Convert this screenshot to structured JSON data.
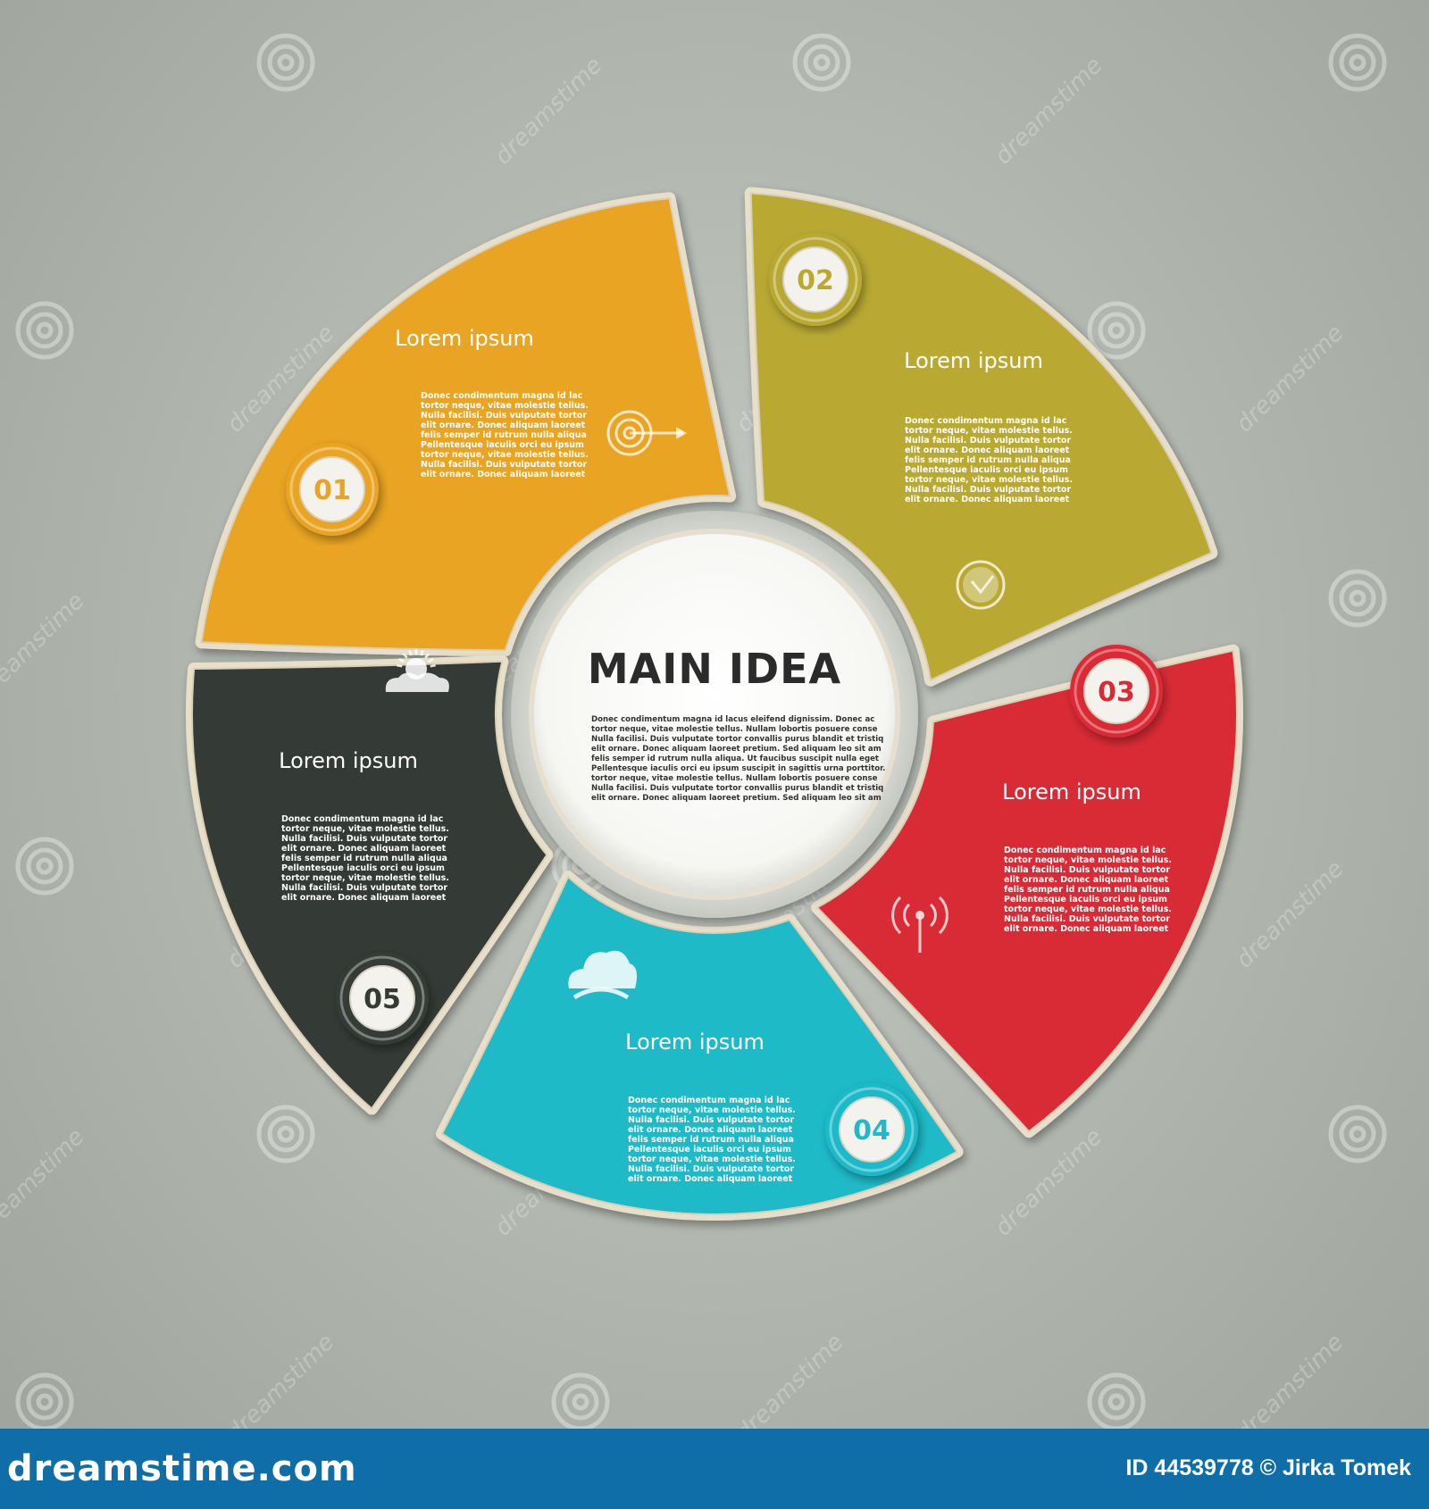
{
  "center": {
    "title": "MAIN IDEA",
    "body": [
      "Donec condimentum magna id lacus eleifend dignissim. Donec ac",
      "tortor neque, vitae molestie tellus. Nullam lobortis posuere  conse",
      "Nulla facilisi. Duis vulputate tortor convallis purus blandit et tristiq",
      "elit ornare. Donec aliquam laoreet pretium. Sed aliquam leo sit am",
      "felis semper id rutrum nulla aliqua. Ut faucibus suscipit nulla eget",
      "Pellentesque iaculis orci eu ipsum suscipit in sagittis urna porttitor.",
      "tortor neque, vitae molestie tellus. Nullam lobortis posuere  conse",
      "Nulla facilisi. Duis vulputate tortor convallis purus blandit et tristiq",
      "elit ornare. Donec aliquam laoreet pretium. Sed aliquam leo sit am"
    ]
  },
  "segments": [
    {
      "number": "01",
      "title": "Lorem ipsum",
      "color": "#e8a422",
      "icon": "target-icon",
      "body": [
        "Donec condimentum magna id lac",
        "tortor neque, vitae molestie tellus.",
        "Nulla facilisi. Duis vulputate tortor",
        "elit ornare. Donec aliquam laoreet",
        "felis semper id rutrum nulla aliqua",
        "Pellentesque iaculis orci eu ipsum",
        "tortor neque, vitae molestie tellus.",
        "Nulla facilisi. Duis vulputate tortor",
        "elit ornare. Donec aliquam laoreet"
      ]
    },
    {
      "number": "02",
      "title": "Lorem ipsum",
      "color": "#b9a933",
      "icon": "clock-icon",
      "body": [
        "Donec condimentum magna id lac",
        "tortor neque, vitae molestie tellus.",
        "Nulla facilisi. Duis vulputate tortor",
        "elit ornare. Donec aliquam laoreet",
        "felis semper id rutrum nulla aliqua",
        "Pellentesque iaculis orci eu ipsum",
        "tortor neque, vitae molestie tellus.",
        "Nulla facilisi. Duis vulputate tortor",
        "elit ornare. Donec aliquam laoreet"
      ]
    },
    {
      "number": "03",
      "title": "Lorem ipsum",
      "color": "#d92b35",
      "icon": "antenna-icon",
      "body": [
        "Donec condimentum magna id lac",
        "tortor neque, vitae molestie tellus.",
        "Nulla facilisi. Duis vulputate tortor",
        "elit ornare. Donec aliquam laoreet",
        "felis semper id rutrum nulla aliqua",
        "Pellentesque iaculis orci eu ipsum",
        "tortor neque, vitae molestie tellus.",
        "Nulla facilisi. Duis vulputate tortor",
        "elit ornare. Donec aliquam laoreet"
      ]
    },
    {
      "number": "04",
      "title": "Lorem ipsum",
      "color": "#1ebac8",
      "icon": "cloud-icon",
      "body": [
        "Donec condimentum magna id lac",
        "tortor neque, vitae molestie tellus.",
        "Nulla facilisi. Duis vulputate tortor",
        "elit ornare. Donec aliquam laoreet",
        "felis semper id rutrum nulla aliqua",
        "Pellentesque iaculis orci eu ipsum",
        "tortor neque, vitae molestie tellus.",
        "Nulla facilisi. Duis vulputate tortor",
        "elit ornare. Donec aliquam laoreet"
      ]
    },
    {
      "number": "05",
      "title": "Lorem ipsum",
      "color": "#343a35",
      "icon": "sun-cloud-icon",
      "body": [
        "Donec condimentum magna id lac",
        "tortor neque, vitae molestie tellus.",
        "Nulla facilisi. Duis vulputate tortor",
        "elit ornare. Donec aliquam laoreet",
        "felis semper id rutrum nulla aliqua",
        "Pellentesque iaculis orci eu ipsum",
        "tortor neque, vitae molestie tellus.",
        "Nulla facilisi. Duis vulputate tortor",
        "elit ornare. Donec aliquam laoreet"
      ]
    }
  ],
  "watermark": {
    "text": "dreamstime"
  },
  "footer": {
    "logo": "dreamstime.com",
    "credit": "ID 44539778 © Jirka Tomek"
  }
}
